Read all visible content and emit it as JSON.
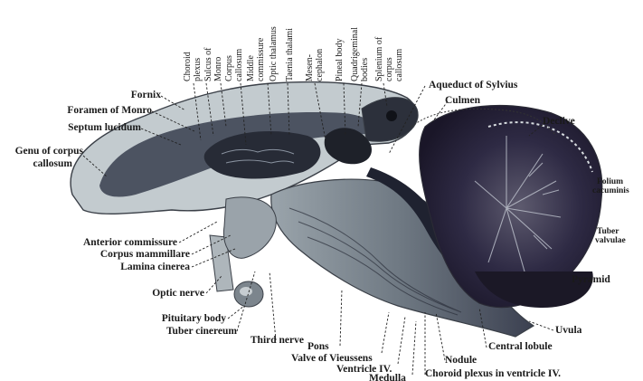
{
  "figure": {
    "colors": {
      "background": "#ffffff",
      "tissue_light": "#c9d0d3",
      "tissue_mid": "#8f9aa3",
      "tissue_dark": "#2b2f3a",
      "cerebellum_dark": "#201c33",
      "ink": "#1a1a1a"
    },
    "labels_left": [
      "Fornix",
      "Foramen of Monro",
      "Septum lucidum",
      "Genu of corpus",
      "callosum",
      "Anterior commissure",
      "Corpus mammillare",
      "Lamina cinerea",
      "Optic nerve",
      "Pituitary body",
      "Tuber cinereum",
      "Third nerve"
    ],
    "labels_top_vertical": [
      "Choroid",
      "plexus",
      "Sulcus of",
      "Monro",
      "Corpus",
      "callosum",
      "Middle",
      "commissure",
      "Optic thalamus",
      "Taenia thalami",
      "Mesen-",
      "cephalon",
      "Pineal body",
      "Quadrigeminal",
      "bodies",
      "Splenium of",
      "corpus",
      "callosum"
    ],
    "labels_right": [
      "Aqueduct of Sylvius",
      "Culmen",
      "Declive",
      "Folium",
      "cacuminis",
      "Tuber",
      "valvulae",
      "Pyramid",
      "Uvula",
      "Central lobule",
      "Nodule",
      "Choroid plexus in ventricle IV."
    ],
    "labels_bottom": [
      "Pons",
      "Valve of Vieussens",
      "Ventricle IV.",
      "Medulla"
    ]
  }
}
